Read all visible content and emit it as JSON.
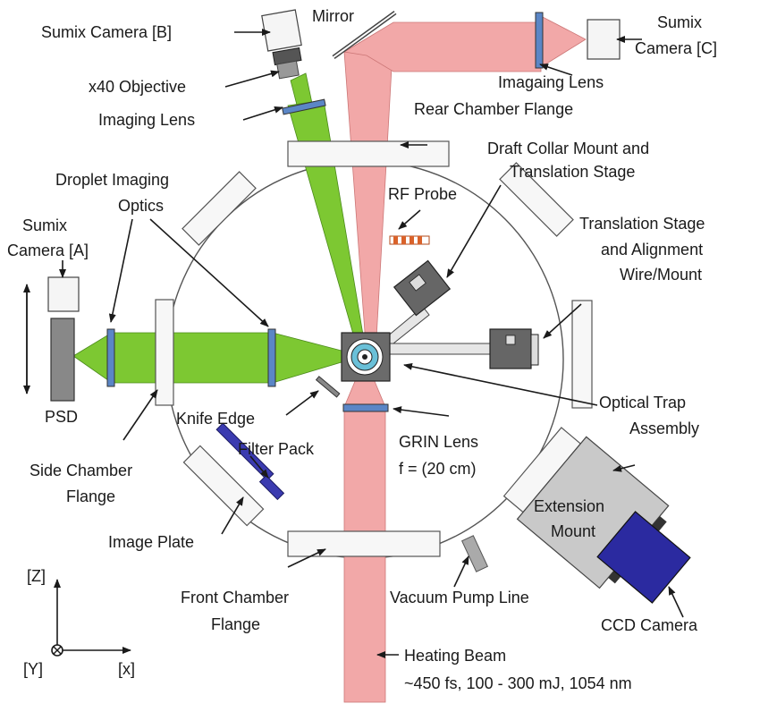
{
  "labels": {
    "sumix_b": "Sumix Camera [B]",
    "mirror": "Mirror",
    "sumix_c_1": "Sumix",
    "sumix_c_2": "Camera [C]",
    "objective": "x40 Objective",
    "imaging_lens_c": "Imagaing Lens",
    "imaging_lens_b": "Imaging Lens",
    "rear_flange": "Rear Chamber Flange",
    "draft_collar_1": "Draft Collar Mount and",
    "draft_collar_2": "Translation Stage",
    "droplet_optics_1": "Droplet Imaging",
    "droplet_optics_2": "Optics",
    "rf_probe": "RF Probe",
    "sumix_a_1": "Sumix",
    "sumix_a_2": "Camera [A]",
    "trans_stage_1": "Translation Stage",
    "trans_stage_2": "and Alignment",
    "trans_stage_3": "Wire/Mount",
    "psd": "PSD",
    "knife_edge": "Knife Edge",
    "optical_trap_1": "Optical Trap",
    "optical_trap_2": "Assembly",
    "side_flange_1": "Side Chamber",
    "side_flange_2": "Flange",
    "filter_pack": "Filter Pack",
    "grin_1": "GRIN Lens",
    "grin_2": "f = (20 cm)",
    "extension_1": "Extension",
    "extension_2": "Mount",
    "image_plate": "Image Plate",
    "front_flange_1": "Front Chamber",
    "front_flange_2": "Flange",
    "vacuum": "Vacuum Pump Line",
    "ccd": "CCD Camera",
    "heating_1": "Heating Beam",
    "heating_2": "~450 fs, 100 - 300 mJ, 1054 nm"
  },
  "axes": {
    "z": "[Z]",
    "y": "[Y]",
    "x": "[x]"
  },
  "colors": {
    "heating_beam": "#f2a8a8",
    "imaging_beam": "#7dc832",
    "lens": "#5b86c6",
    "ccd": "#2b2aa0",
    "extension": "#c9c9c9",
    "filter": "#3b3bb0",
    "mount_gray": "#6b6b6b"
  }
}
